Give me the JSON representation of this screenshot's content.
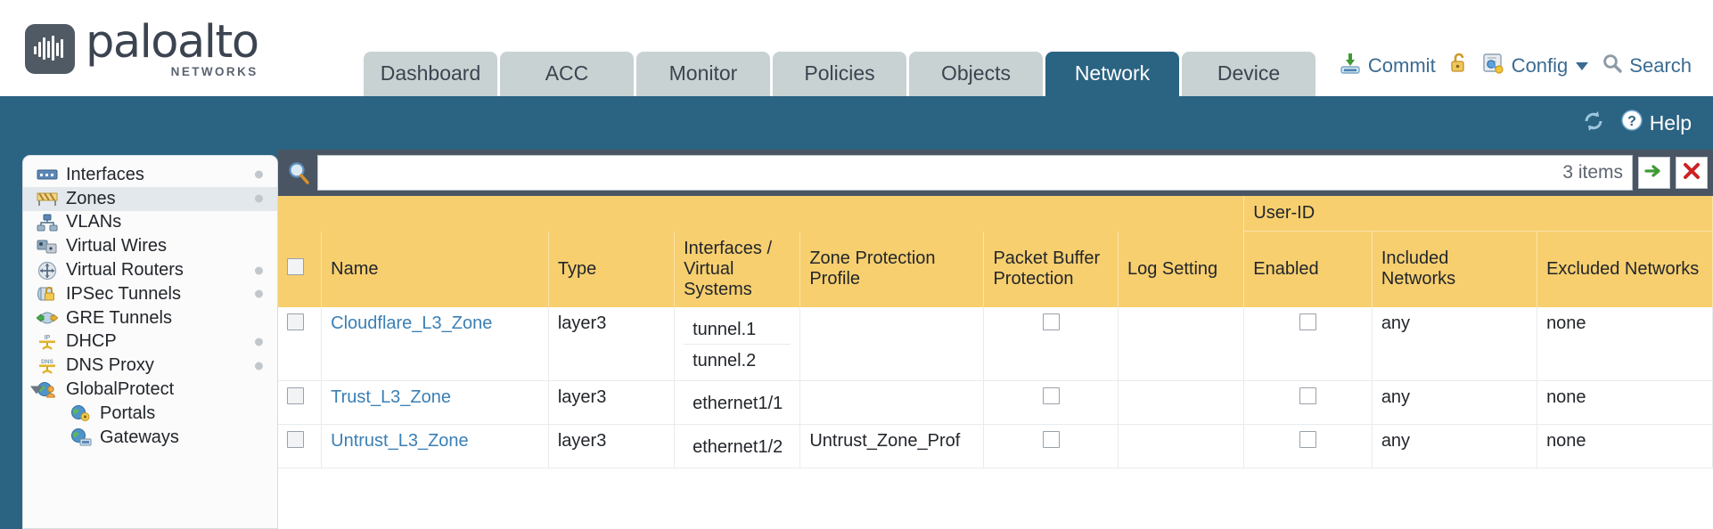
{
  "brand": {
    "name": "paloalto",
    "tagline": "NETWORKS",
    "logo_icon": "paloalto-logo-icon"
  },
  "tabs": [
    {
      "label": "Dashboard",
      "active": false
    },
    {
      "label": "ACC",
      "active": false
    },
    {
      "label": "Monitor",
      "active": false
    },
    {
      "label": "Policies",
      "active": false
    },
    {
      "label": "Objects",
      "active": false
    },
    {
      "label": "Network",
      "active": true
    },
    {
      "label": "Device",
      "active": false
    }
  ],
  "header_actions": {
    "commit": {
      "label": "Commit",
      "icon": "commit-download-icon"
    },
    "lock": {
      "label": "",
      "icon": "padlock-unlocked-icon"
    },
    "config": {
      "label": "Config",
      "icon": "config-key-icon",
      "caret": "chevron-down-icon"
    },
    "search": {
      "label": "Search",
      "icon": "search-magnifier-icon"
    }
  },
  "blueband": {
    "refresh_icon": "refresh-icon",
    "help_label": "Help",
    "help_icon": "help-question-icon"
  },
  "sidebar": {
    "items": [
      {
        "label": "Interfaces",
        "icon": "interfaces-icon",
        "active": false,
        "dot": true,
        "child": false,
        "expander": false
      },
      {
        "label": "Zones",
        "icon": "zones-icon",
        "active": true,
        "dot": true,
        "child": false,
        "expander": false
      },
      {
        "label": "VLANs",
        "icon": "vlans-icon",
        "active": false,
        "dot": false,
        "child": false,
        "expander": false
      },
      {
        "label": "Virtual Wires",
        "icon": "virtual-wires-icon",
        "active": false,
        "dot": false,
        "child": false,
        "expander": false
      },
      {
        "label": "Virtual Routers",
        "icon": "virtual-routers-icon",
        "active": false,
        "dot": true,
        "child": false,
        "expander": false
      },
      {
        "label": "IPSec Tunnels",
        "icon": "ipsec-tunnels-icon",
        "active": false,
        "dot": true,
        "child": false,
        "expander": false
      },
      {
        "label": "GRE Tunnels",
        "icon": "gre-tunnels-icon",
        "active": false,
        "dot": false,
        "child": false,
        "expander": false
      },
      {
        "label": "DHCP",
        "icon": "dhcp-icon",
        "active": false,
        "dot": true,
        "child": false,
        "expander": false
      },
      {
        "label": "DNS Proxy",
        "icon": "dns-proxy-icon",
        "active": false,
        "dot": true,
        "child": false,
        "expander": false
      },
      {
        "label": "GlobalProtect",
        "icon": "globalprotect-icon",
        "active": false,
        "dot": false,
        "child": false,
        "expander": true
      },
      {
        "label": "Portals",
        "icon": "portals-icon",
        "active": false,
        "dot": false,
        "child": true,
        "expander": false
      },
      {
        "label": "Gateways",
        "icon": "gateways-icon",
        "active": false,
        "dot": false,
        "child": true,
        "expander": false
      }
    ]
  },
  "search": {
    "value": "",
    "placeholder": "",
    "icon": "search-magnifier-icon",
    "items_count": "3 items",
    "apply_icon": "green-arrow-icon",
    "clear_icon": "red-x-icon"
  },
  "table": {
    "group_headers": [
      {
        "label": "User-ID",
        "span": 3
      }
    ],
    "columns": [
      "Name",
      "Type",
      "Interfaces / Virtual Systems",
      "Zone Protection Profile",
      "Packet Buffer Protection",
      "Log Setting",
      "Enabled",
      "Included Networks",
      "Excluded Networks"
    ],
    "rows": [
      {
        "selected": false,
        "name": "Cloudflare_L3_Zone",
        "type": "layer3",
        "interfaces": [
          "tunnel.1",
          "tunnel.2"
        ],
        "zone_protection_profile": "",
        "packet_buffer_protection": false,
        "log_setting": "",
        "enabled": false,
        "included_networks": "any",
        "excluded_networks": "none"
      },
      {
        "selected": false,
        "name": "Trust_L3_Zone",
        "type": "layer3",
        "interfaces": [
          "ethernet1/1"
        ],
        "zone_protection_profile": "",
        "packet_buffer_protection": false,
        "log_setting": "",
        "enabled": false,
        "included_networks": "any",
        "excluded_networks": "none"
      },
      {
        "selected": false,
        "name": "Untrust_L3_Zone",
        "type": "layer3",
        "interfaces": [
          "ethernet1/2"
        ],
        "zone_protection_profile": "Untrust_Zone_Prof",
        "packet_buffer_protection": false,
        "log_setting": "",
        "enabled": false,
        "included_networks": "any",
        "excluded_networks": "none"
      }
    ]
  },
  "colors": {
    "brand_dark": "#2b6382",
    "tab_inactive": "#c8d2d2",
    "header_gold": "#f7cf6f",
    "group_gold": "#ddab36",
    "link_blue": "#3a7fb5",
    "searchbar_gray": "#4a5563"
  }
}
